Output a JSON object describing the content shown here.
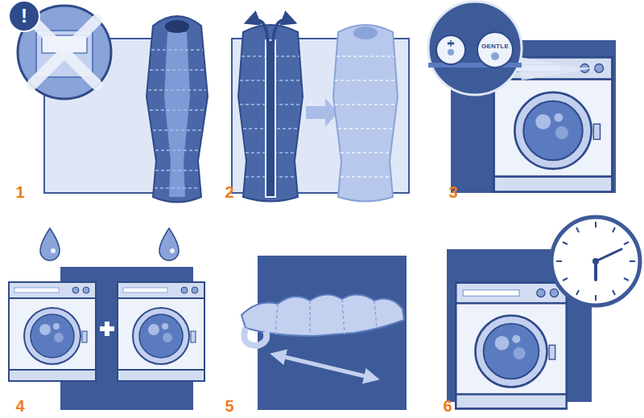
{
  "diagram": {
    "labels": [
      "!",
      "1",
      "2",
      "GENTLE",
      "3",
      "4",
      "5",
      "6"
    ]
  }
}
